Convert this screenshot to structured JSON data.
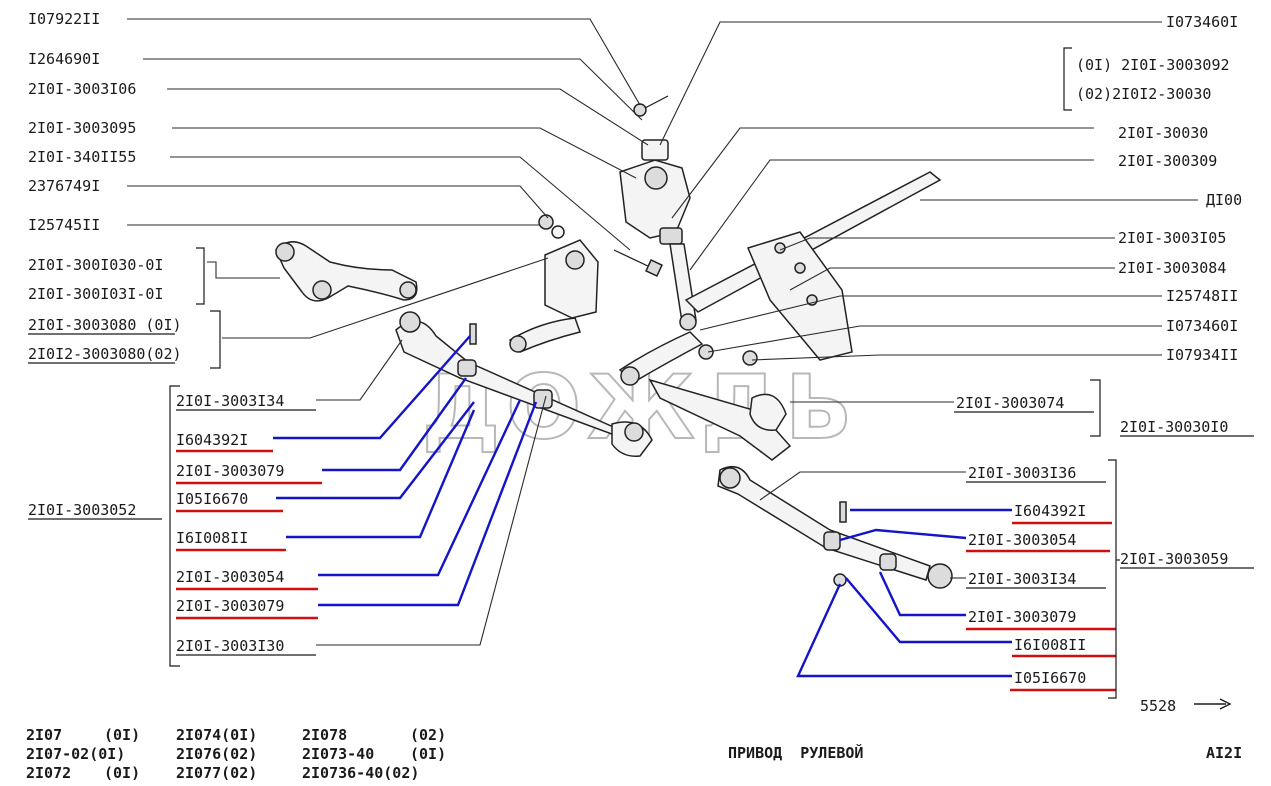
{
  "labels": {
    "l_1079221": "I07922II",
    "l_1264690": "I264690I",
    "l_3003106": "2I0I-3003I06",
    "l_3003095": "2I0I-3003095",
    "l_3401155": "2I0I-340II55",
    "l_2376749": "2376749I",
    "l_1257451": "I25745II",
    "l_3001030": "2I0I-300I030-0I",
    "l_3001031": "2I0I-300I03I-0I",
    "l_3003080_01": "2I0I-3003080 (0I)",
    "l_3003080_02": "2I0I2-3003080(02)",
    "l_3003134_a": "2I0I-3003I34",
    "l_1604392_a": "I604392I",
    "l_3003079_a": "2I0I-3003079",
    "l_1051667_a": "I05I6670",
    "l_1610081_a": "I6I008II",
    "l_3003054_a": "2I0I-3003054",
    "l_3003079_b": "2I0I-3003079",
    "l_3003130": "2I0I-3003I30",
    "l_3003052": "2I0I-3003052",
    "r_1073460_a": "I073460I",
    "r_3003092_01": "(0I) 2I0I-3003092",
    "r_3003092_02": "(02)2I0I2-30030",
    "r_30030": "2I0I-30030",
    "r_3003098": "2I0I-300309",
    "r_d100": "ДI00",
    "r_3003105": "2I0I-3003I05",
    "r_3003084": "2I0I-3003084",
    "r_1257481": "I25748II",
    "r_1073460_b": "I073460I",
    "r_1079341": "I07934II",
    "r_3003074": "2I0I-3003074",
    "r_3003010": "2I0I-30030I0",
    "r_3003136": "2I0I-3003I36",
    "r_1604392_b": "I604392I",
    "r_3003054_b": "2I0I-3003054",
    "r_3003059": "2I0I-3003059",
    "r_3003134_b": "2I0I-3003I34",
    "r_3003079_c": "2I0I-3003079",
    "r_1610081_b": "I6I008II",
    "r_1051667_b": "I05I6670",
    "fig_no": "5528"
  },
  "watermark": "ДОЖДЬ",
  "footer": {
    "models": [
      [
        "2I07",
        "(0I)",
        "2I074(0I)",
        "2I078",
        "(02)"
      ],
      [
        "2I07-02(0I)",
        "",
        "2I076(02)",
        "2I073-40",
        "(0I)"
      ],
      [
        "2I072",
        "(0I)",
        "2I077(02)",
        "2I0736-40(02)",
        ""
      ]
    ],
    "title": "ПРИВОД  РУЛЕВОЙ",
    "code": "AI2I"
  },
  "colors": {
    "highlight_line": "#1414c8",
    "highlight_underline": "#d01010"
  }
}
